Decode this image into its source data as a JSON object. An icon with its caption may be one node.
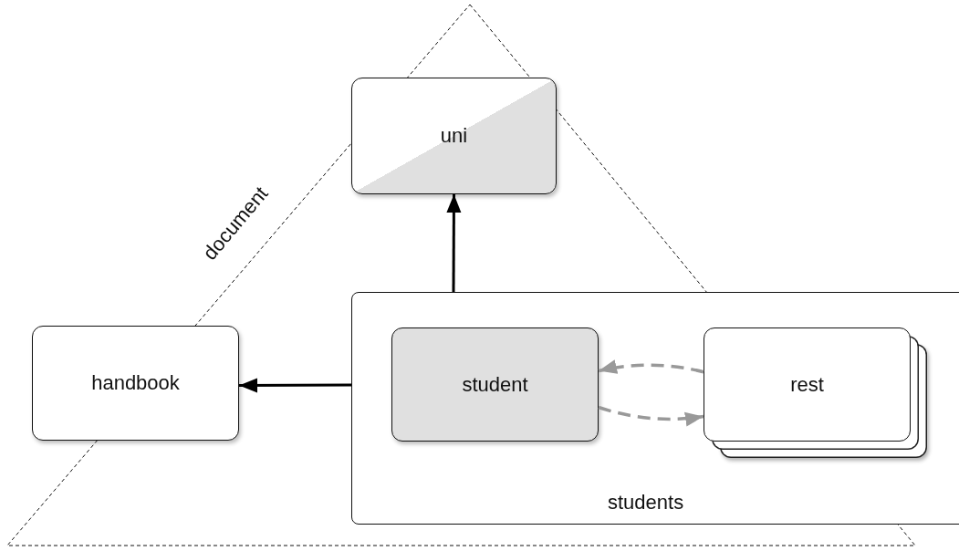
{
  "diagram": {
    "nodes": [
      {
        "text": [
          "uni"
        ]
      },
      {
        "text": [
          "handbook"
        ]
      },
      {
        "text": [
          "students"
        ]
      },
      {
        "text": [
          "student"
        ],
        "in": 2
      },
      {
        "text": [
          "rest"
        ],
        "in": 2
      }
    ],
    "edges": [
      {
        "from": 2,
        "to": 0,
        "arrow": "to"
      },
      {
        "from": 2,
        "to": 1,
        "arrow": "to"
      },
      {
        "from": 4,
        "to": 3,
        "arrow": "to",
        "style": "dashed",
        "color": "#999999"
      },
      {
        "from": 3,
        "to": 4,
        "arrow": "to",
        "style": "dashed",
        "color": "#999999"
      }
    ],
    "labels": [
      "document"
    ]
  }
}
